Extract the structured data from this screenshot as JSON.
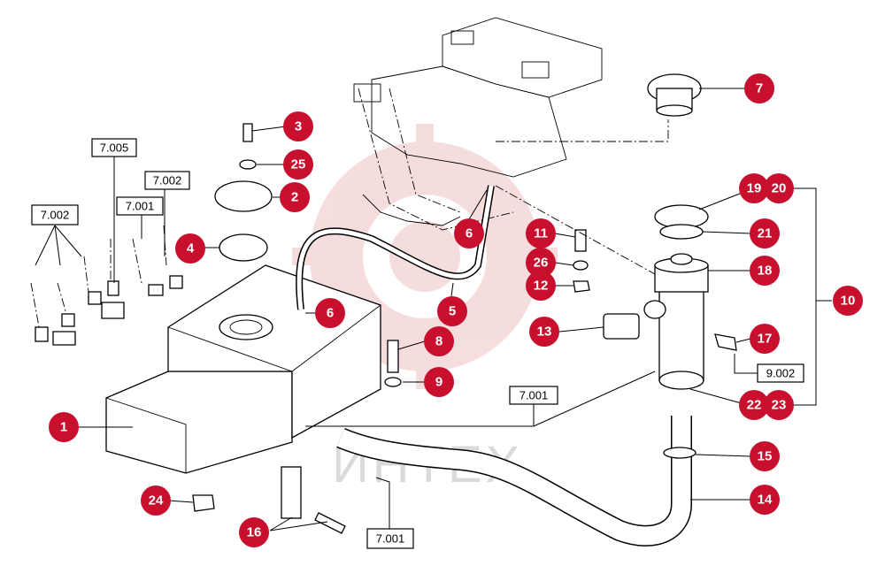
{
  "watermark": {
    "text": "ИНТЕХ"
  },
  "callouts": [
    {
      "id": "c1",
      "label": "1"
    },
    {
      "id": "c2",
      "label": "2"
    },
    {
      "id": "c3",
      "label": "3"
    },
    {
      "id": "c4",
      "label": "4"
    },
    {
      "id": "c5",
      "label": "5"
    },
    {
      "id": "c6a",
      "label": "6"
    },
    {
      "id": "c6b",
      "label": "6"
    },
    {
      "id": "c7",
      "label": "7"
    },
    {
      "id": "c8",
      "label": "8"
    },
    {
      "id": "c9",
      "label": "9"
    },
    {
      "id": "c10",
      "label": "10"
    },
    {
      "id": "c11",
      "label": "11"
    },
    {
      "id": "c12",
      "label": "12"
    },
    {
      "id": "c13",
      "label": "13"
    },
    {
      "id": "c14",
      "label": "14"
    },
    {
      "id": "c15",
      "label": "15"
    },
    {
      "id": "c16",
      "label": "16"
    },
    {
      "id": "c17",
      "label": "17"
    },
    {
      "id": "c18",
      "label": "18"
    },
    {
      "id": "c19",
      "label": "19"
    },
    {
      "id": "c20",
      "label": "20"
    },
    {
      "id": "c21",
      "label": "21"
    },
    {
      "id": "c22",
      "label": "22"
    },
    {
      "id": "c23",
      "label": "23"
    },
    {
      "id": "c24",
      "label": "24"
    },
    {
      "id": "c25",
      "label": "25"
    },
    {
      "id": "c26",
      "label": "26"
    }
  ],
  "references": [
    {
      "id": "r7005",
      "label": "7.005"
    },
    {
      "id": "r7002a",
      "label": "7.002"
    },
    {
      "id": "r7002b",
      "label": "7.002"
    },
    {
      "id": "r7001a",
      "label": "7.001"
    },
    {
      "id": "r7001b",
      "label": "7.001"
    },
    {
      "id": "r7001c",
      "label": "7.001"
    },
    {
      "id": "r9002",
      "label": "9.002"
    }
  ],
  "colors": {
    "callout": "#c8102e",
    "watermark": "#e8a0a0"
  }
}
